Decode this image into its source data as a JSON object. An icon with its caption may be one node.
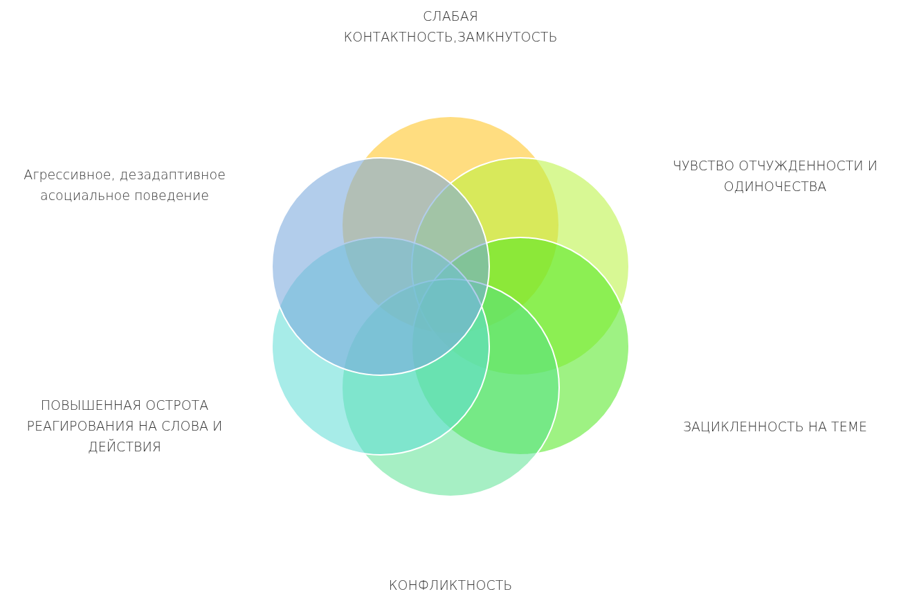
{
  "diagram": {
    "nodes": [
      {
        "text": [],
        "shape": "circle"
      },
      {
        "text": [],
        "shape": "circle"
      },
      {
        "text": [],
        "shape": "circle"
      },
      {
        "text": [],
        "shape": "circle"
      },
      {
        "text": [],
        "shape": "circle"
      },
      {
        "text": [],
        "shape": "circle"
      }
    ],
    "labels": [
      "СЛАБАЯ КОНТАКТНОСТЬ,ЗАМКНУТОСТЬ",
      "Агрессивное, дезадаптивное асоциальное поведение",
      "ЧУВСТВО ОТЧУЖДЕННОСТИ И ОДИНОЧЕСТВА",
      "ПОВЫШЕННАЯ ОСТРОТА РЕАГИРОВАНИЯ НА СЛОВА И ДЕЙСТВИЯ",
      "ЗАЦИКЛЕННОСТЬ НА ТЕМЕ",
      "КОНФЛИКТНОСТЬ"
    ]
  }
}
